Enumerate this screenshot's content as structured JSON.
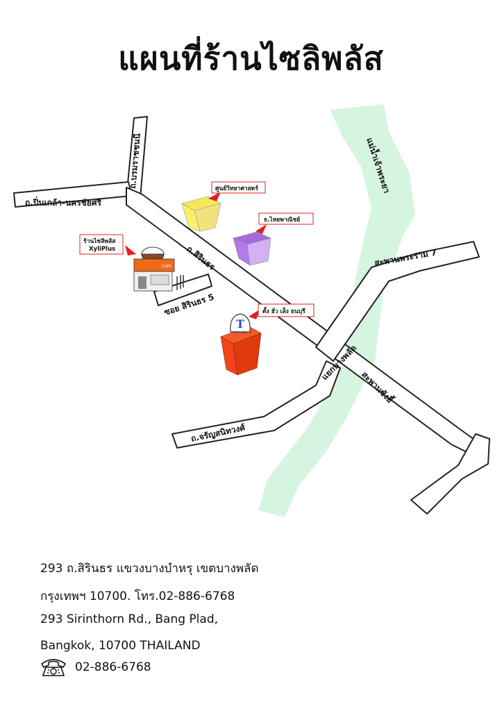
{
  "title": "แผนที่ร้านไซลิพลัส",
  "river": {
    "label": "แม่น้ำเจ้าพระยา",
    "color": "#d6f5e0"
  },
  "roads": {
    "borommaratchachonnani": "ถ.บรมราชชนนี",
    "pinklao_nakhonchaisi": "ถ.ปิ่นเกล้า-นครชัยศรี",
    "sirinthon": "ถ.สิรินธร",
    "soi_sirinthon_5": "ซอย สิรินธร 5",
    "rama7_bridge": "สะพานพระราม 7",
    "bangphlat_junction": "แยกบางพลัด",
    "krungthon_bridge": "สะพานซังฮี้",
    "charansanitwong": "ถ.จรัญสนิทวงศ์"
  },
  "landmarks": {
    "science_center": {
      "label": "ศูนย์วิทยาศาสตร์",
      "color": "#f5e85a"
    },
    "thai_panich_bank": {
      "label": "ธ.ไทยพาณิชย์",
      "color": "#c78cf0"
    },
    "xyliplus_shop": {
      "label": "ร้านไซลิพลัส",
      "label_en": "XyliPlus",
      "sign": "Cafe",
      "color": "#f06a1a"
    },
    "tang_hua_seng": {
      "label": "ตั้ง ฮั่ว เส็ง ธนบุรี",
      "logo_letter": "T",
      "logo_sub": "ตั้ง ฮั่ว เส็ง",
      "color": "#f2431a"
    }
  },
  "address": {
    "line1": "293 ถ.สิรินธร แขวงบางบำหรุ เขตบางพลัด",
    "line2": "กรุงเทพฯ 10700. โทร.02-886-6768",
    "line3": "293 Sirinthorn Rd., Bang Plad,",
    "line4": "Bangkok, 10700 THAILAND",
    "phone": "02-886-6768"
  }
}
